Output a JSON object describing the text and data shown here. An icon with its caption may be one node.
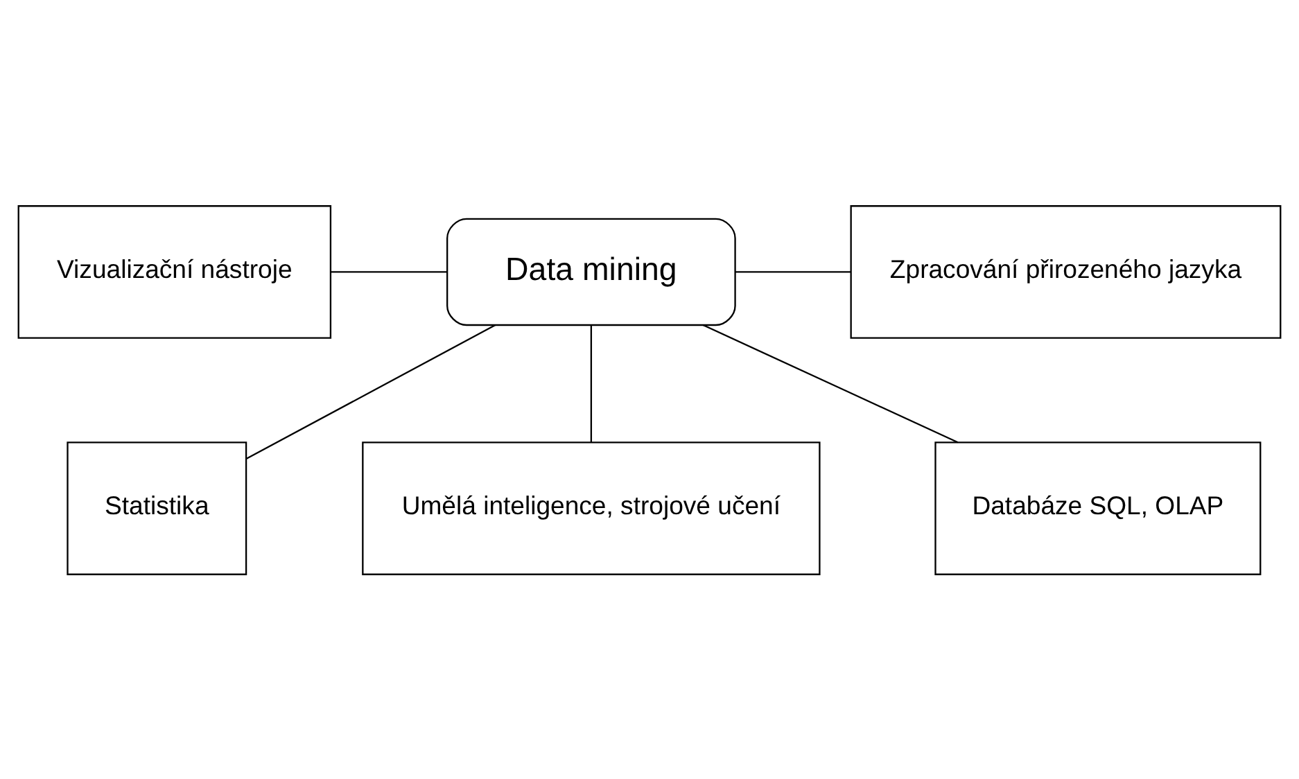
{
  "diagram": {
    "nodes": [
      {
        "text": [
          "Statistika"
        ]
      },
      {
        "text": [
          "Vizualizační nástroje"
        ]
      },
      {
        "text": [
          "Zpracování přirozeného jazyka"
        ]
      },
      {
        "text": [
          "Data mining"
        ]
      },
      {
        "text": [
          "Umělá inteligence, strojové učení"
        ]
      },
      {
        "text": [
          "Databáze SQL, OLAP"
        ]
      }
    ],
    "edges": [
      {
        "from": 3,
        "to": 0,
        "arrow": "none"
      },
      {
        "from": 3,
        "to": 1,
        "arrow": "none"
      },
      {
        "from": 3,
        "to": 2,
        "arrow": "none"
      },
      {
        "from": 3,
        "to": 4,
        "arrow": "none"
      },
      {
        "from": 3,
        "to": 5,
        "arrow": "none"
      }
    ]
  }
}
